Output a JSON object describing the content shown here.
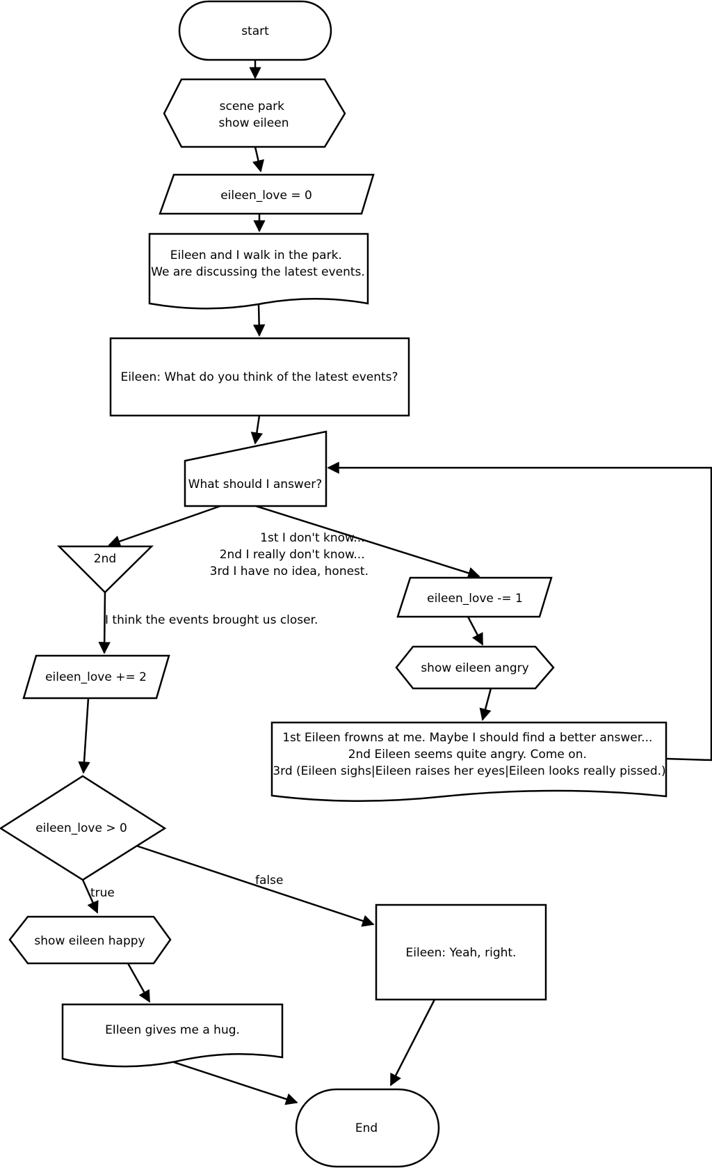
{
  "nodes": {
    "start": {
      "lines": [
        "start"
      ]
    },
    "scene": {
      "lines": [
        "scene park",
        "show eileen"
      ]
    },
    "init_love": {
      "lines": [
        "eileen_love = 0"
      ]
    },
    "narration": {
      "lines": [
        "Eileen and I walk in the park.",
        "We are discussing the latest events."
      ]
    },
    "question": {
      "lines": [
        "Eileen: What do you think of the latest events?"
      ]
    },
    "choice": {
      "lines": [
        "What should I answer?"
      ]
    },
    "second": {
      "lines": [
        "2nd"
      ]
    },
    "add_love": {
      "lines": [
        "eileen_love += 2"
      ]
    },
    "check": {
      "lines": [
        "eileen_love > 0"
      ]
    },
    "happy": {
      "lines": [
        "show eileen happy"
      ]
    },
    "hug": {
      "lines": [
        "EIleen gives me a hug."
      ]
    },
    "yeah": {
      "lines": [
        "Eileen: Yeah, right."
      ]
    },
    "end": {
      "lines": [
        "End"
      ]
    },
    "sub_love": {
      "lines": [
        "eileen_love -= 1"
      ]
    },
    "angry": {
      "lines": [
        "show eileen angry"
      ]
    },
    "frowns": {
      "lines": [
        "1st Eileen frowns at me. Maybe I should find a better answer...",
        "2nd Eileen seems quite angry. Come on.",
        "3rd (Eileen sighs|Eileen raises her eyes|Eileen looks really pissed.)"
      ]
    }
  },
  "edge_labels": {
    "dont_know": {
      "lines": [
        "1st I don't know...",
        "2nd I really don't know...",
        "3rd I have no idea, honest."
      ]
    },
    "closer": {
      "lines": [
        "I think the events brought us closer."
      ]
    },
    "true": {
      "lines": [
        "true"
      ]
    },
    "false": {
      "lines": [
        "false"
      ]
    }
  }
}
